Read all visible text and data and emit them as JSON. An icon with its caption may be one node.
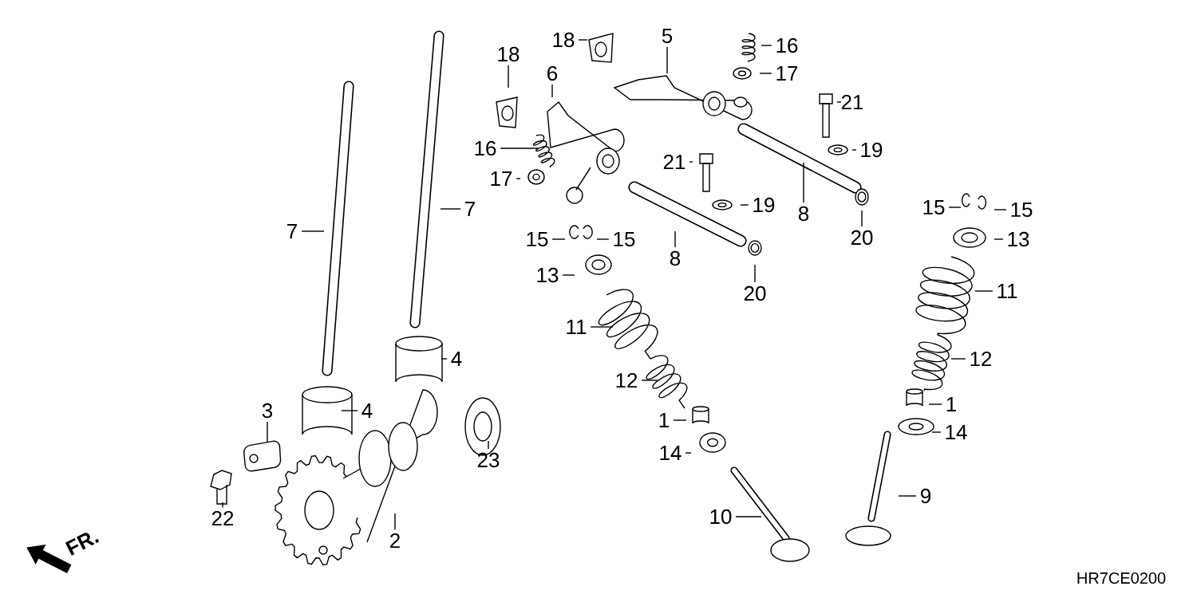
{
  "diagram": {
    "nodes": [
      {
        "text": [
          "18"
        ]
      },
      {
        "text": [
          "18"
        ]
      },
      {
        "text": [
          "5"
        ]
      },
      {
        "text": [
          "16"
        ]
      },
      {
        "text": [
          "17"
        ]
      },
      {
        "text": [
          "6"
        ]
      },
      {
        "text": [
          "21"
        ]
      },
      {
        "text": [
          "16"
        ]
      },
      {
        "text": [
          "21"
        ]
      },
      {
        "text": [
          "19"
        ]
      },
      {
        "text": [
          "17"
        ]
      },
      {
        "text": [
          "7"
        ]
      },
      {
        "text": [
          "7"
        ]
      },
      {
        "text": [
          "19"
        ]
      },
      {
        "text": [
          "8"
        ]
      },
      {
        "text": [
          "15"
        ]
      },
      {
        "text": [
          "15"
        ]
      },
      {
        "text": [
          "20"
        ]
      },
      {
        "text": [
          "15"
        ]
      },
      {
        "text": [
          "15"
        ]
      },
      {
        "text": [
          "8"
        ]
      },
      {
        "text": [
          "13"
        ]
      },
      {
        "text": [
          "13"
        ]
      },
      {
        "text": [
          "20"
        ]
      },
      {
        "text": [
          "11"
        ]
      },
      {
        "text": [
          "11"
        ]
      },
      {
        "text": [
          "4"
        ]
      },
      {
        "text": [
          "12"
        ]
      },
      {
        "text": [
          "12"
        ]
      },
      {
        "text": [
          "3"
        ]
      },
      {
        "text": [
          "4"
        ]
      },
      {
        "text": [
          "1"
        ]
      },
      {
        "text": [
          "1"
        ]
      },
      {
        "text": [
          "14"
        ]
      },
      {
        "text": [
          "14"
        ]
      },
      {
        "text": [
          "23"
        ]
      },
      {
        "text": [
          "9"
        ]
      },
      {
        "text": [
          "22"
        ]
      },
      {
        "text": [
          "10"
        ]
      },
      {
        "text": [
          "2"
        ]
      }
    ],
    "edges": [
      {
        "from": 0,
        "to": null,
        "arrow": "none"
      },
      {
        "from": 1,
        "to": null,
        "arrow": "none"
      },
      {
        "from": 2,
        "to": null,
        "arrow": "none"
      },
      {
        "from": 3,
        "to": null,
        "arrow": "none"
      },
      {
        "from": 4,
        "to": null,
        "arrow": "none"
      },
      {
        "from": 5,
        "to": null,
        "arrow": "none"
      },
      {
        "from": 6,
        "to": null,
        "arrow": "none"
      },
      {
        "from": 7,
        "to": null,
        "arrow": "none"
      },
      {
        "from": 8,
        "to": null,
        "arrow": "none"
      },
      {
        "from": 9,
        "to": null,
        "arrow": "none"
      },
      {
        "from": 10,
        "to": null,
        "arrow": "none"
      },
      {
        "from": 11,
        "to": null,
        "arrow": "none"
      },
      {
        "from": 12,
        "to": null,
        "arrow": "none"
      },
      {
        "from": 13,
        "to": null,
        "arrow": "none"
      },
      {
        "from": 14,
        "to": null,
        "arrow": "none"
      },
      {
        "from": 15,
        "to": null,
        "arrow": "none"
      },
      {
        "from": 16,
        "to": null,
        "arrow": "none"
      },
      {
        "from": 17,
        "to": null,
        "arrow": "none"
      },
      {
        "from": 18,
        "to": null,
        "arrow": "none"
      },
      {
        "from": 19,
        "to": null,
        "arrow": "none"
      },
      {
        "from": 20,
        "to": null,
        "arrow": "none"
      },
      {
        "from": 21,
        "to": null,
        "arrow": "none"
      },
      {
        "from": 22,
        "to": null,
        "arrow": "none"
      },
      {
        "from": 23,
        "to": null,
        "arrow": "none"
      },
      {
        "from": 24,
        "to": null,
        "arrow": "none"
      },
      {
        "from": 25,
        "to": null,
        "arrow": "none"
      },
      {
        "from": 26,
        "to": null,
        "arrow": "none"
      },
      {
        "from": 27,
        "to": null,
        "arrow": "none"
      },
      {
        "from": 28,
        "to": null,
        "arrow": "none"
      },
      {
        "from": 29,
        "to": null,
        "arrow": "none"
      },
      {
        "from": 30,
        "to": null,
        "arrow": "none"
      },
      {
        "from": 31,
        "to": null,
        "arrow": "none"
      },
      {
        "from": 32,
        "to": null,
        "arrow": "none"
      },
      {
        "from": 33,
        "to": null,
        "arrow": "none"
      },
      {
        "from": 34,
        "to": null,
        "arrow": "none"
      },
      {
        "from": 35,
        "to": null,
        "arrow": "none"
      },
      {
        "from": 36,
        "to": null,
        "arrow": "none"
      },
      {
        "from": 37,
        "to": null,
        "arrow": "none"
      },
      {
        "from": 38,
        "to": null,
        "arrow": "none"
      },
      {
        "from": 39,
        "to": null,
        "arrow": "none"
      }
    ],
    "labels": [
      "FR.",
      "HR7CE0200"
    ]
  }
}
